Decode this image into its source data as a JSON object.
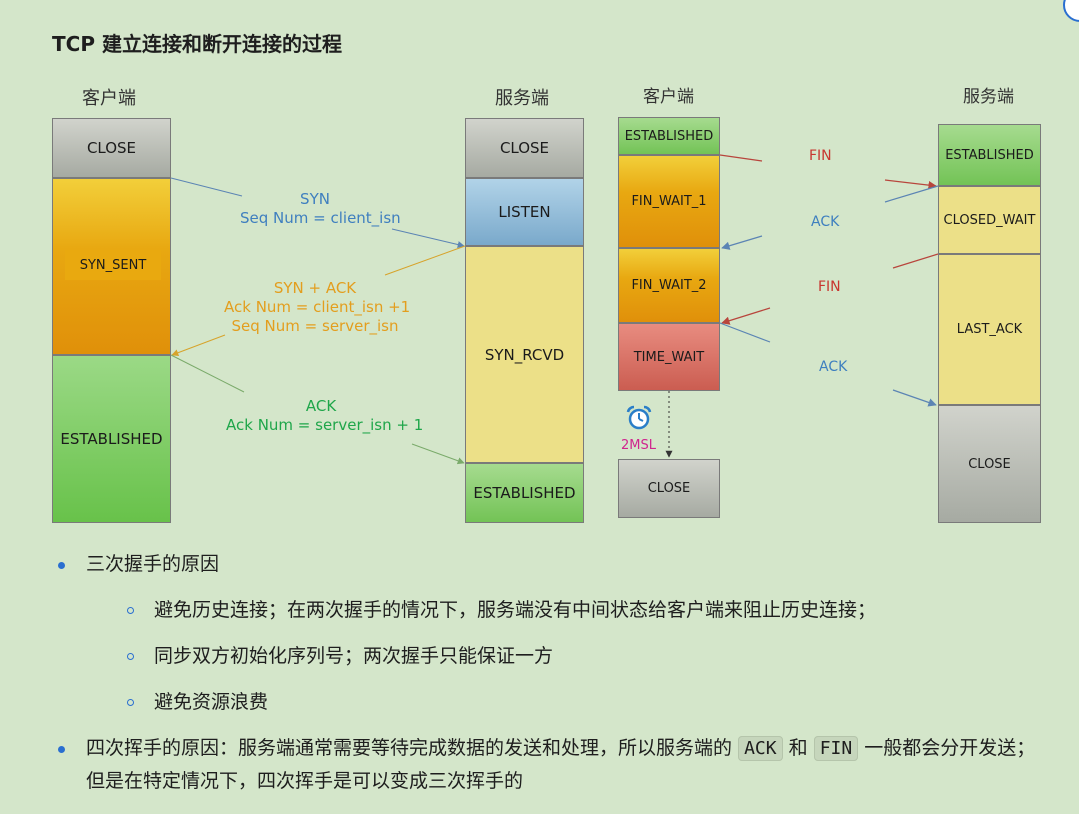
{
  "title": "TCP 建立连接和断开连接的过程",
  "handshake": {
    "client_label": "客户端",
    "server_label": "服务端",
    "client_states": [
      "CLOSE",
      "SYN_SENT",
      "ESTABLISHED"
    ],
    "server_states": [
      "CLOSE",
      "LISTEN",
      "SYN_RCVD",
      "ESTABLISHED"
    ],
    "msg_syn": {
      "line1": "SYN",
      "line2": "Seq Num = client_isn"
    },
    "msg_synack": {
      "line1": "SYN + ACK",
      "line2": "Ack Num =  client_isn +1",
      "line3": "Seq Num = server_isn"
    },
    "msg_ack": {
      "line1": "ACK",
      "line2": "Ack Num = server_isn + 1"
    }
  },
  "teardown": {
    "client_label": "客户端",
    "server_label": "服务端",
    "client_states": [
      "ESTABLISHED",
      "FIN_WAIT_1",
      "FIN_WAIT_2",
      "TIME_WAIT",
      "CLOSE"
    ],
    "server_states": [
      "ESTABLISHED",
      "CLOSED_WAIT",
      "LAST_ACK",
      "CLOSE"
    ],
    "msgs": [
      "FIN",
      "ACK",
      "FIN",
      "ACK"
    ],
    "timer_label": "2MSL",
    "timer_icon": "alarm-clock-icon"
  },
  "notes": {
    "three_way": {
      "heading": "三次握手的原因",
      "reasons": [
        "避免历史连接；在两次握手的情况下，服务端没有中间状态给客户端来阻止历史连接；",
        "同步双方初始化序列号；两次握手只能保证一方",
        "避免资源浪费"
      ]
    },
    "four_way": {
      "pre": "四次挥手的原因：服务端通常需要等待完成数据的发送和处理，所以服务端的",
      "code1": "ACK",
      "mid": "和",
      "code2": "FIN",
      "post": "一般都会分开发送；但是在特定情况下，四次挥手是可以变成三次挥手的"
    }
  },
  "colors": {
    "background": "#d4e6ca",
    "syn": "#3f7fbf",
    "synack": "#e39e1e",
    "ack_green": "#1fa64a",
    "fin": "#c8362f",
    "ack_blue": "#3e7fbf",
    "bullet": "#2a6fd0"
  }
}
